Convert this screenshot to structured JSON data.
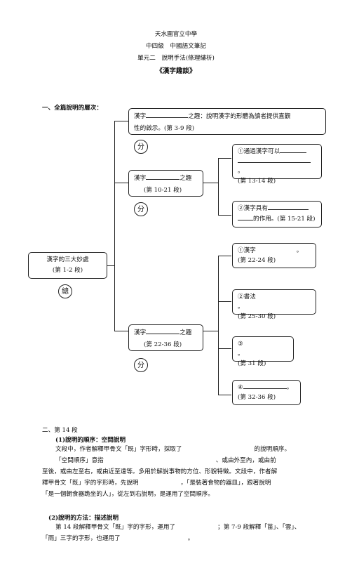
{
  "header": {
    "school": "天水圍官立中學",
    "subtitle": "中四級　中國語文筆記",
    "unit": "單元二　說明手法(條理縷析)",
    "title": "《漢字趣談》"
  },
  "section1": {
    "heading": "一、全篇說明的層次："
  },
  "diagram": {
    "root_line1": "漢字的三大妙處",
    "root_line2": "(第 1-2 段)",
    "root_tag": "總",
    "top_box_line1a": "漢字",
    "top_box_line1b": "之趣：說明漢字的形體為讀者提供直觀",
    "top_box_line2": "性的啟示。(第 3-9 段)",
    "fen_label": "分",
    "mid1_line1a": "漢字",
    "mid1_line1b": "之趣",
    "mid1_line2": "(第 10-21 段)",
    "sub1_line1": "①通過漢字可以",
    "sub1_line3": "(第 13-14 段)",
    "sub2_line1": "②漢字具有",
    "sub2_line2": "的作用。(第 15-21 段)",
    "mid2_line1a": "漢字",
    "mid2_line1b": "之趣",
    "mid2_line2": "(第 22-36 段)",
    "sub3_line1": "①漢字",
    "sub3_line2": "(第 22-24 段)",
    "sub4_line1": "②書法",
    "sub4_line2": "(第 25-30 段)",
    "sub5_line1": "③",
    "sub5_line2": "(第 31 段)",
    "sub6_line1": "④",
    "sub6_line2": "(第 32-36 段)",
    "period": "。"
  },
  "section2": {
    "heading": "二、第 14 段",
    "sub1_heading": "(1)說明的順序：空間說明",
    "p1_l1": "文段中，作者解釋甲骨文「既」字形時，採取了",
    "p1_l1_end": "的說明順序。",
    "p1_l2a": "「空間順序」意指",
    "p1_l2b": "、或由外至內，或由前",
    "p1_l3": "至後，或由左至右，或由近至遠等。多用於解說事物的方位、形貌特徵。文段中，作者解",
    "p1_l4a": "釋甲骨文「既」字的字形時，先說明",
    "p1_l4b": "，「是裝著食物的器皿」，跟著說明",
    "p1_l5": "「是一個朝食器跪坐的人」，從左到右說明，是運用了空間順序。",
    "sub2_heading": "(2)說明的方法：描述說明",
    "p2_l1a": "第 14 段解釋甲骨文「既」字的字形，運用了",
    "p2_l1b": "；第 7-9 段解釋「苗」、「雲」、",
    "p2_l2a": "「雨」三字的字形，也運用了",
    "p2_l2b": "。"
  }
}
